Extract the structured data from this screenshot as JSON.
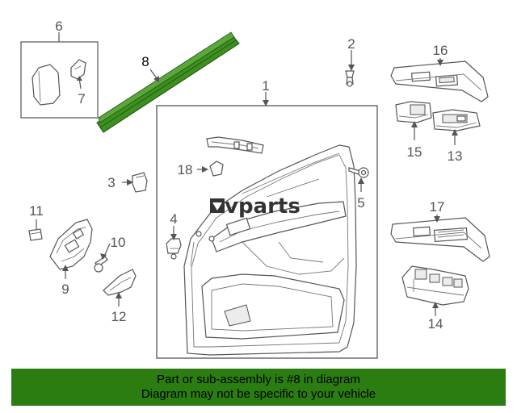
{
  "callouts": {
    "c1": "1",
    "c2": "2",
    "c3": "3",
    "c4": "4",
    "c5": "5",
    "c6": "6",
    "c7": "7",
    "c8": "8",
    "c9": "9",
    "c10": "10",
    "c11": "11",
    "c12": "12",
    "c13": "13",
    "c14": "14",
    "c15": "15",
    "c16": "16",
    "c17": "17",
    "c18": "18"
  },
  "watermark": "vparts",
  "banner": {
    "line1": "Part or sub-assembly is #8 in diagram",
    "line2": "Diagram may not be specific to your vehicle"
  },
  "colors": {
    "highlight": "#3d8f1f",
    "banner": "#2b7d12",
    "line": "#555555"
  }
}
